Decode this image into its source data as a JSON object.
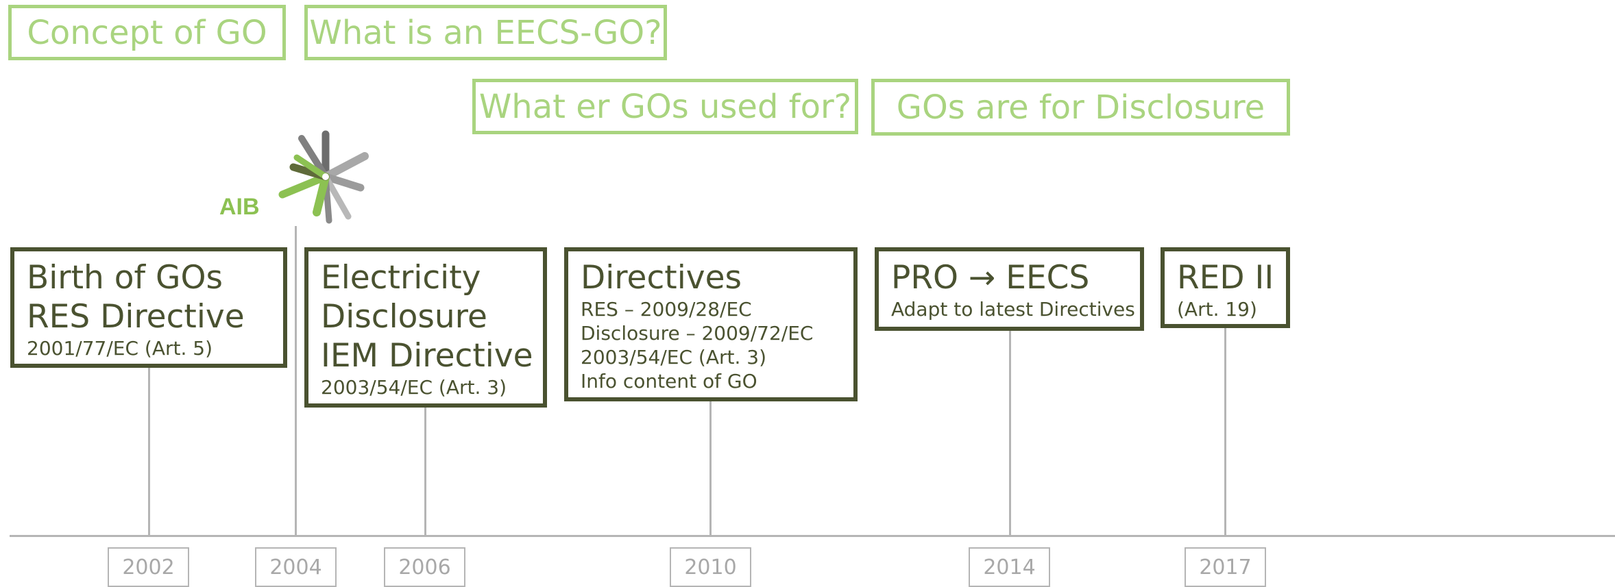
{
  "concepts": {
    "c1": "Concept of GO",
    "c2": "What is an EECS-GO?",
    "c3": "What er GOs used for?",
    "c4": "GOs are for Disclosure"
  },
  "logo": {
    "text": "AIB",
    "icon": "aib-starburst-logo",
    "colors": [
      "#8cc152",
      "#555555",
      "#9a9a9a"
    ]
  },
  "events": {
    "e1": {
      "lines": [
        "Birth of GOs",
        "RES Directive"
      ],
      "details": [
        "2001/77/EC (Art. 5)"
      ]
    },
    "e2": {
      "lines": [
        "Electricity",
        "Disclosure",
        "IEM Directive"
      ],
      "details": [
        "2003/54/EC (Art. 3)"
      ]
    },
    "e3": {
      "lines": [
        "Directives"
      ],
      "details": [
        "RES – 2009/28/EC",
        "Disclosure – 2009/72/EC",
        "2003/54/EC (Art. 3)",
        "Info content of GO"
      ]
    },
    "e4": {
      "lines": [
        "PRO → EECS"
      ],
      "details": [
        "Adapt to latest Directives"
      ]
    },
    "e5": {
      "lines": [
        "RED II"
      ],
      "details": [
        "(Art. 19)"
      ]
    }
  },
  "years": [
    "2002",
    "2004",
    "2006",
    "2010",
    "2014",
    "2017"
  ],
  "colors": {
    "concept": "#a9d47f",
    "event": "#4a5230",
    "axis": "#b5b5b5",
    "year_text": "#a8a8a8"
  }
}
